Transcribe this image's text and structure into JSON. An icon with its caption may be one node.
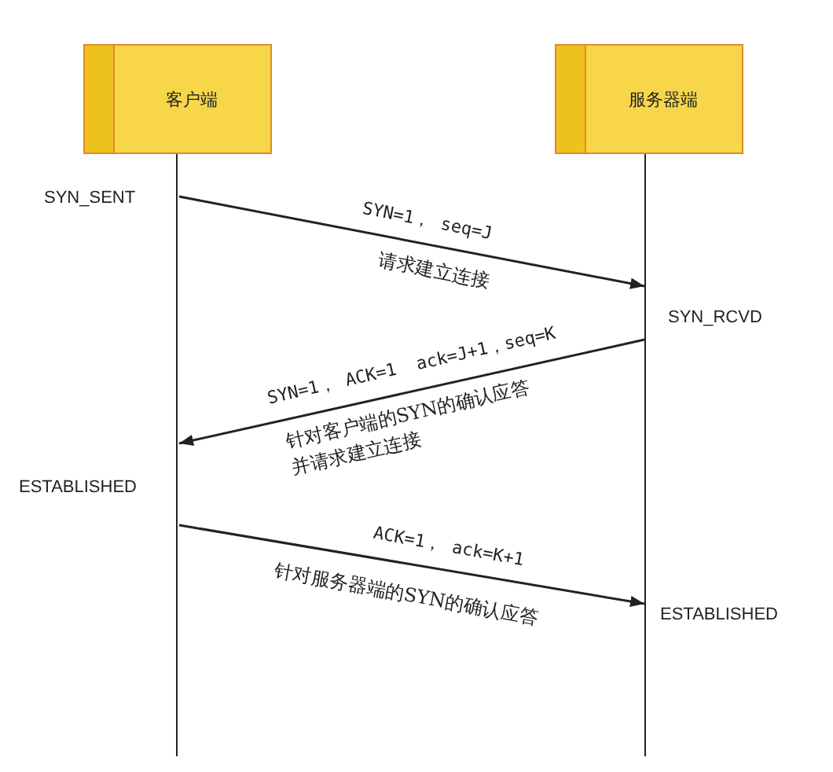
{
  "diagram": {
    "nodes": [
      {
        "text": [
          "客户端"
        ]
      },
      {
        "text": [
          "服务器端"
        ]
      }
    ],
    "edges": [
      {
        "from": 0,
        "to": 1,
        "arrow": "to",
        "label": "SYN=1， seq=J"
      },
      {
        "from": 1,
        "to": 0,
        "arrow": "to",
        "label": "SYN=1， ACK=1  ack=J+1，seq=K"
      },
      {
        "from": 0,
        "to": 1,
        "arrow": "to",
        "label": "ACK=1， ack=K+1"
      }
    ],
    "labels": [
      "SYN_SENT",
      "请求建立连接",
      "SYN_RCVD",
      "针对客户端的SYN的确认应答并请求建立连接",
      "ESTABLISHED",
      "针对服务器端的SYN的确认应答",
      "ESTABLISHED"
    ]
  }
}
